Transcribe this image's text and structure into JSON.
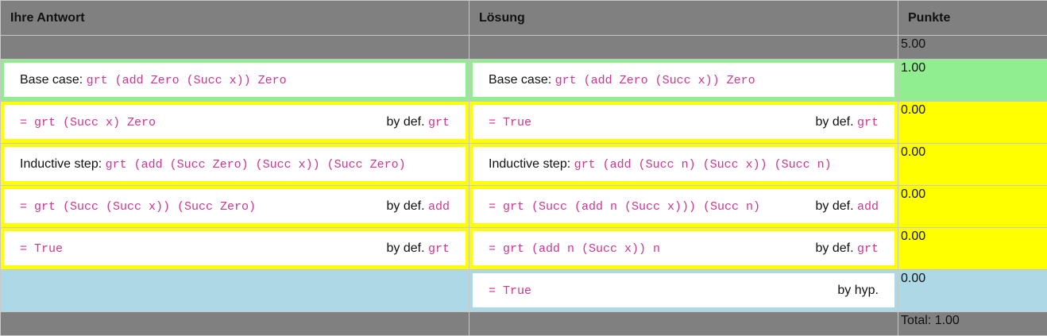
{
  "headers": {
    "answer": "Ihre Antwort",
    "solution": "Lösung",
    "points": "Punkte"
  },
  "max_points": "5.00",
  "rows": [
    {
      "answer": {
        "prefix": "Base case: ",
        "code": "grt (add Zero (Succ x)) Zero",
        "by": "",
        "by_code": ""
      },
      "solution": {
        "prefix": "Base case: ",
        "code": "grt (add Zero (Succ x)) Zero",
        "by": "",
        "by_code": ""
      },
      "points": "1.00",
      "status_color": "#90ee90"
    },
    {
      "answer": {
        "prefix": "",
        "code": "= grt (Succ x) Zero",
        "by": "by def. ",
        "by_code": "grt"
      },
      "solution": {
        "prefix": "",
        "code": "= True",
        "by": "by def. ",
        "by_code": "grt"
      },
      "points": "0.00",
      "status_color": "#ffff00"
    },
    {
      "answer": {
        "prefix": "Inductive step: ",
        "code": "grt (add (Succ Zero) (Succ x)) (Succ Zero)",
        "by": "",
        "by_code": ""
      },
      "solution": {
        "prefix": "Inductive step: ",
        "code": "grt (add (Succ n) (Succ x)) (Succ n)",
        "by": "",
        "by_code": ""
      },
      "points": "0.00",
      "status_color": "#ffff00"
    },
    {
      "answer": {
        "prefix": "",
        "code": "= grt (Succ (Succ x)) (Succ Zero)",
        "by": "by def. ",
        "by_code": "add"
      },
      "solution": {
        "prefix": "",
        "code": "= grt (Succ (add n (Succ x))) (Succ n)",
        "by": "by def. ",
        "by_code": "add"
      },
      "points": "0.00",
      "status_color": "#ffff00"
    },
    {
      "answer": {
        "prefix": "",
        "code": "= True",
        "by": "by def. ",
        "by_code": "grt"
      },
      "solution": {
        "prefix": "",
        "code": "= grt (add n (Succ x)) n",
        "by": "by def. ",
        "by_code": "grt"
      },
      "points": "0.00",
      "status_color": "#ffff00"
    },
    {
      "answer": null,
      "solution": {
        "prefix": "",
        "code": "= True",
        "by": "by hyp.",
        "by_code": ""
      },
      "points": "0.00",
      "status_color": "#add8e6"
    }
  ],
  "total": "Total: 1.00",
  "colors": {
    "header": "#808080",
    "code": "#d2348e",
    "correct": "#90ee90",
    "wrong": "#ffff00",
    "missing": "#add8e6"
  }
}
